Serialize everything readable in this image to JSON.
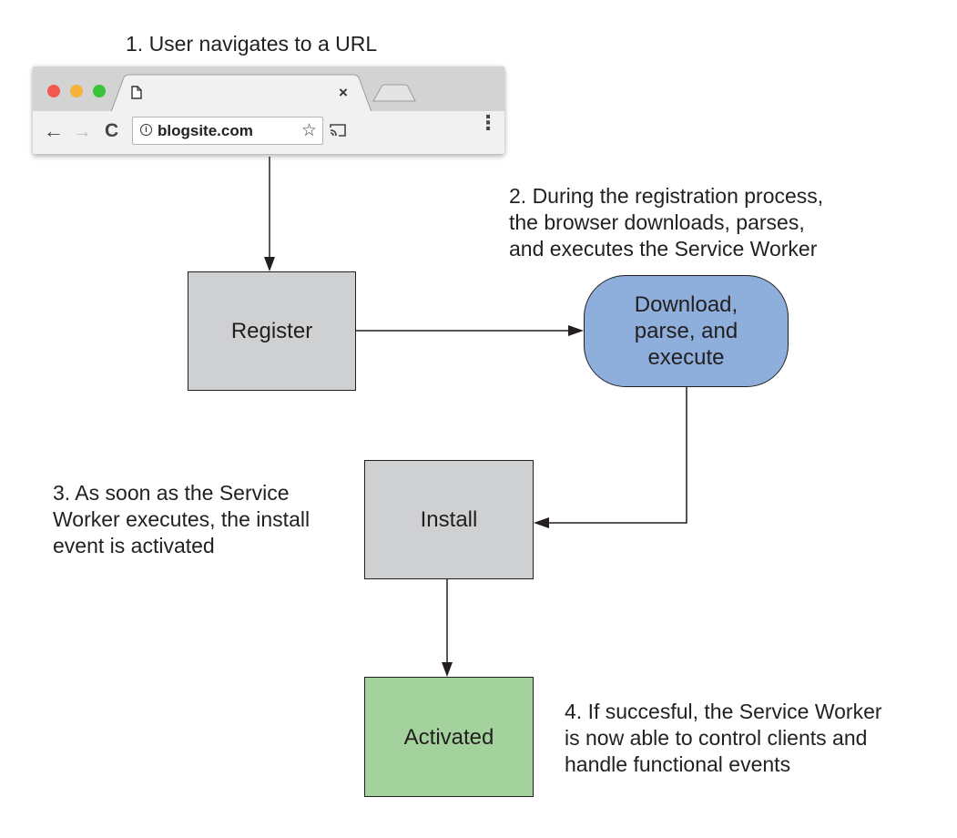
{
  "captions": {
    "step1": [
      "1. User navigates to a URL"
    ],
    "step2": [
      "2. During the registration process,",
      "the browser downloads, parses,",
      "and executes the Service Worker"
    ],
    "step3": [
      "3. As soon as the Service",
      "Worker executes, the install",
      "event is activated"
    ],
    "step4": [
      "4. If succesful, the Service Worker",
      "is now able to control clients and",
      "handle functional events"
    ]
  },
  "browser": {
    "url": "blogsite.com",
    "tab_close": "×"
  },
  "nodes": {
    "register": [
      "Register"
    ],
    "download": [
      "Download,",
      "parse, and",
      "execute"
    ],
    "install": [
      "Install"
    ],
    "activated": [
      "Activated"
    ]
  },
  "colors": {
    "gray_node": "#cfd0d2",
    "blue_node": "#8eaedc",
    "green_node": "#a3d29c",
    "stroke": "#231f20"
  },
  "icons": {
    "back": "arrow-left-icon",
    "forward": "arrow-right-icon",
    "reload": "reload-icon",
    "info": "info-icon",
    "star": "star-icon",
    "cast": "cast-icon",
    "menu": "kebab-menu-icon",
    "page": "page-icon"
  }
}
